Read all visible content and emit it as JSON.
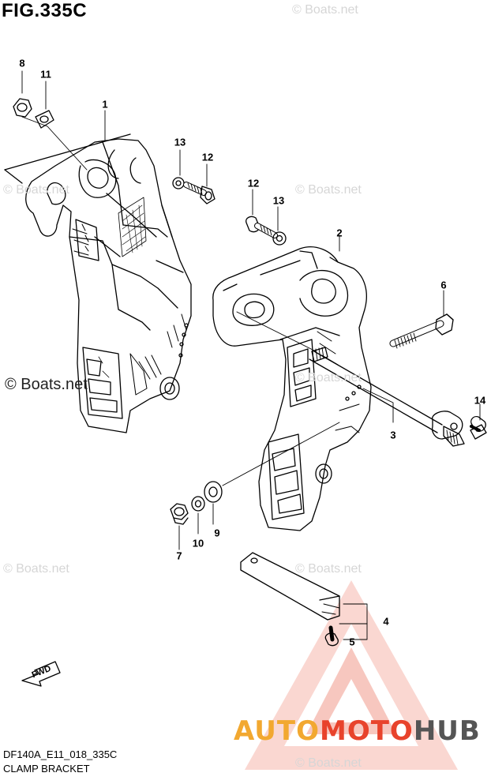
{
  "figure_title": "FIG.335C",
  "footer": {
    "code": "DF140A_E11_018_335C",
    "name": "CLAMP BRACKET"
  },
  "watermarks": {
    "light": "© Boats.net",
    "dark": "© Boats.net"
  },
  "callouts": {
    "c1": "1",
    "c2": "2",
    "c3": "3",
    "c4": "4",
    "c5": "5",
    "c6": "6",
    "c7": "7",
    "c8": "8",
    "c9": "9",
    "c10": "10",
    "c11": "11",
    "c12a": "12",
    "c12b": "12",
    "c13a": "13",
    "c13b": "13",
    "c14": "14"
  },
  "fwd_label": "FWD",
  "brand": {
    "part1": "AUTO",
    "part2": "MOTO",
    "part3": "HUB",
    "color1": "#f2a830",
    "color2": "#e8432c",
    "color3": "#555555"
  },
  "colors": {
    "line": "#000000",
    "logo_red": "#e8432c"
  }
}
